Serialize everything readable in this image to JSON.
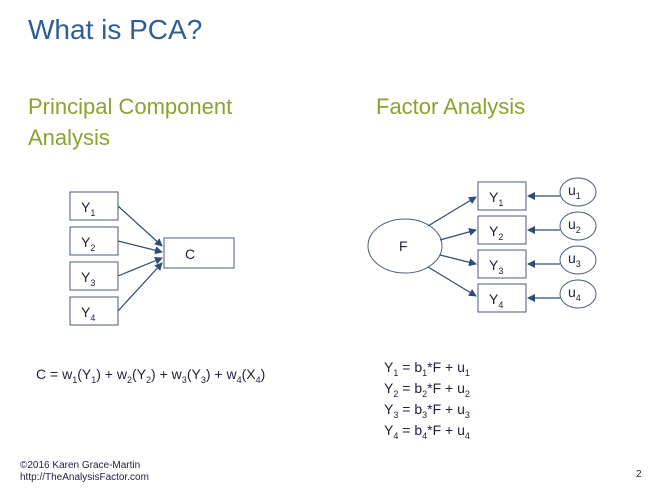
{
  "slide": {
    "title": "What is PCA?",
    "pca_heading": "Principal Component Analysis",
    "fa_heading": "Factor Analysis",
    "page_number": "2"
  },
  "pca": {
    "inputs": [
      {
        "letter": "Y",
        "sub": "1"
      },
      {
        "letter": "Y",
        "sub": "2"
      },
      {
        "letter": "Y",
        "sub": "3"
      },
      {
        "letter": "Y",
        "sub": "4"
      }
    ],
    "component": "C",
    "formula": {
      "lhs": "C = ",
      "terms": [
        {
          "w": "w",
          "wsub": "1",
          "var": "Y",
          "vsub": "1"
        },
        {
          "w": "w",
          "wsub": "2",
          "var": "Y",
          "vsub": "2"
        },
        {
          "w": "w",
          "wsub": "3",
          "var": "Y",
          "vsub": "3"
        },
        {
          "w": "w",
          "wsub": "4",
          "var": "X",
          "vsub": "4"
        }
      ]
    }
  },
  "fa": {
    "factor": "F",
    "indicators": [
      {
        "letter": "Y",
        "sub": "1"
      },
      {
        "letter": "Y",
        "sub": "2"
      },
      {
        "letter": "Y",
        "sub": "3"
      },
      {
        "letter": "Y",
        "sub": "4"
      }
    ],
    "errors": [
      {
        "letter": "u",
        "sub": "1"
      },
      {
        "letter": "u",
        "sub": "2"
      },
      {
        "letter": "u",
        "sub": "3"
      },
      {
        "letter": "u",
        "sub": "4"
      }
    ],
    "equations": [
      {
        "y": "Y",
        "ysub": "1",
        "b": "b",
        "bsub": "1",
        "mid": "*F + ",
        "u": "u",
        "usub": "1"
      },
      {
        "y": "Y",
        "ysub": "2",
        "b": "b",
        "bsub": "2",
        "mid": "*F + ",
        "u": "u",
        "usub": "2"
      },
      {
        "y": "Y",
        "ysub": "3",
        "b": "b",
        "bsub": "3",
        "mid": "*F + ",
        "u": "u",
        "usub": "3"
      },
      {
        "y": "Y",
        "ysub": "4",
        "b": "b",
        "bsub": "4",
        "mid": "*F + ",
        "u": "u",
        "usub": "4"
      }
    ]
  },
  "footer": {
    "copyright": "©2016 Karen Grace-Martin",
    "url": "http://TheAnalysisFactor.com"
  },
  "colors": {
    "title": "#2e5e95",
    "heading": "#8aa32e",
    "text": "#1f1f3f",
    "arrow": "#2d4d74",
    "box_stroke": "#4b5b7a"
  }
}
